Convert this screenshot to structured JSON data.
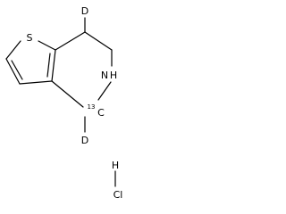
{
  "structure": {
    "atoms": {
      "sulfur": "S",
      "deuterium_top": "D",
      "amine_n": "N",
      "amine_h": "H",
      "isotope_mass": "13",
      "isotope_c": "C",
      "deuterium_bottom": "D"
    },
    "salt": {
      "hydrogen": "H",
      "chlorine": "Cl"
    }
  }
}
